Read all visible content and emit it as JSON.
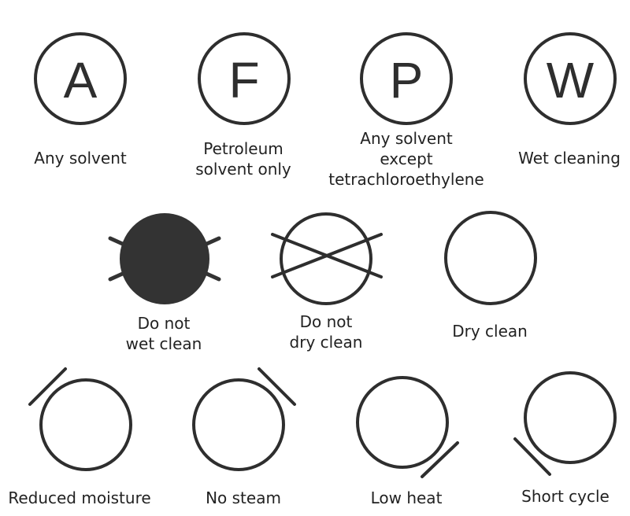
{
  "colors": {
    "stroke": "#2e2e2e",
    "fill": "#333333",
    "text": "#222222",
    "background": "#ffffff"
  },
  "rows": [
    {
      "items": [
        {
          "symbol": "circle-letter",
          "letter": "A",
          "label_lines": [
            "Any solvent"
          ]
        },
        {
          "symbol": "circle-letter",
          "letter": "F",
          "label_lines": [
            "Petroleum",
            "solvent only"
          ]
        },
        {
          "symbol": "circle-letter",
          "letter": "P",
          "label_lines": [
            "Any solvent",
            "except",
            "tetrachloroethylene"
          ]
        },
        {
          "symbol": "circle-letter",
          "letter": "W",
          "label_lines": [
            "Wet cleaning"
          ]
        }
      ]
    },
    {
      "items": [
        {
          "symbol": "filled-circle-ticks",
          "label_lines": [
            "Do not",
            "wet clean"
          ]
        },
        {
          "symbol": "circle-crossed",
          "label_lines": [
            "Do not",
            "dry clean"
          ]
        },
        {
          "symbol": "circle",
          "label_lines": [
            "Dry clean"
          ]
        }
      ]
    },
    {
      "items": [
        {
          "symbol": "circle-bar-top-left",
          "label_lines": [
            "Reduced moisture"
          ]
        },
        {
          "symbol": "circle-bar-top-right",
          "label_lines": [
            "No steam"
          ]
        },
        {
          "symbol": "circle-bar-bottom-right",
          "label_lines": [
            "Low heat"
          ]
        },
        {
          "symbol": "circle-bar-bottom-left",
          "label_lines": [
            "Short cycle"
          ]
        }
      ]
    }
  ]
}
